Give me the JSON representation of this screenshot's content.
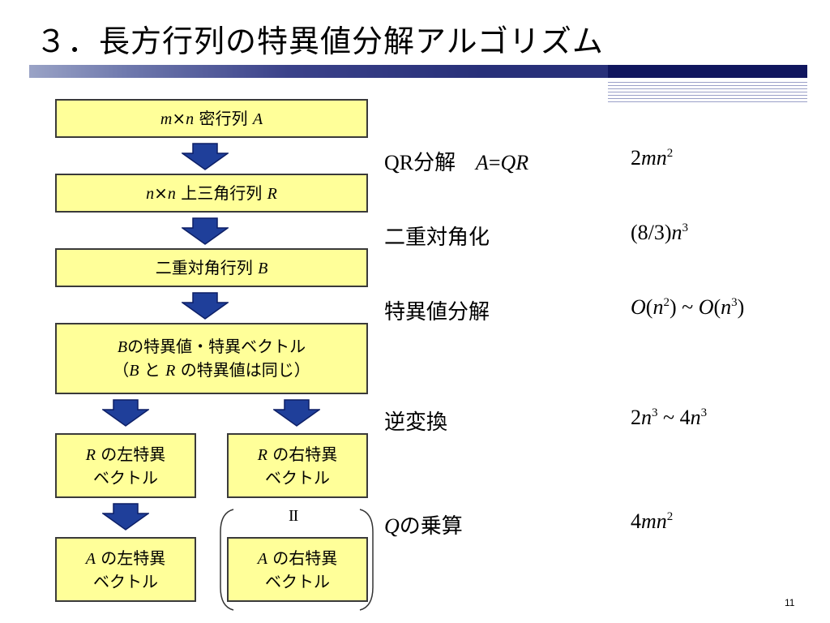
{
  "title": "３．長方行列の特異値分解アルゴリズム",
  "flow": {
    "box1": {
      "m": "m",
      "times": "×",
      "n": "n",
      "label": "密行列",
      "mat": "A"
    },
    "box2": {
      "n1": "n",
      "times": "×",
      "n2": "n",
      "label": "上三角行列",
      "mat": "R"
    },
    "box3": {
      "label": "二重対角行列",
      "mat": "B"
    },
    "box4": {
      "line1_mat": "B",
      "line1_text": "の特異値・特異ベクトル",
      "line2_open": "（",
      "line2_mat1": "B",
      "line2_and": "と",
      "line2_mat2": "R",
      "line2_text": "の特異値は同じ）"
    },
    "box5": {
      "mat": "R",
      "label1": "の左特異",
      "label2": "ベクトル"
    },
    "box6": {
      "mat": "R",
      "label1": "の右特異",
      "label2": "ベクトル"
    },
    "box7": {
      "mat": "A",
      "label1": "の左特異",
      "label2": "ベクトル"
    },
    "box8": {
      "mat": "A",
      "label1": "の右特異",
      "label2": "ベクトル"
    },
    "equality_sign": "II"
  },
  "steps": [
    {
      "label": "QR分解",
      "formula_a": "A",
      "formula_eq": "=",
      "formula_qr": "QR",
      "cost_coef": "2",
      "cost_var": "mn",
      "cost_exp": "2"
    },
    {
      "label": "二重対角化",
      "cost_prefix": "(8/3)",
      "cost_var": "n",
      "cost_exp": "3"
    },
    {
      "label": "特異値分解",
      "o1": "O",
      "o1_open": "(",
      "o1_var": "n",
      "o1_exp": "2",
      "o1_close": ")",
      "tilde": " ~ ",
      "o2": "O",
      "o2_open": "(",
      "o2_var": "n",
      "o2_exp": "3",
      "o2_close": ")"
    },
    {
      "label": "逆変換",
      "c1_coef": "2",
      "c1_var": "n",
      "c1_exp": "3",
      "tilde": " ~ ",
      "c2_coef": "4",
      "c2_var": "n",
      "c2_exp": "3"
    },
    {
      "label_var": "Q",
      "label": "の乗算",
      "cost_coef": "4",
      "cost_var": "mn",
      "cost_exp": "2"
    }
  ],
  "page_number": "11",
  "colors": {
    "box_fill": "#ffff99",
    "arrow_fill": "#1f3f9a",
    "arrow_stroke": "#0d1f66",
    "title_bar": "#283079"
  }
}
